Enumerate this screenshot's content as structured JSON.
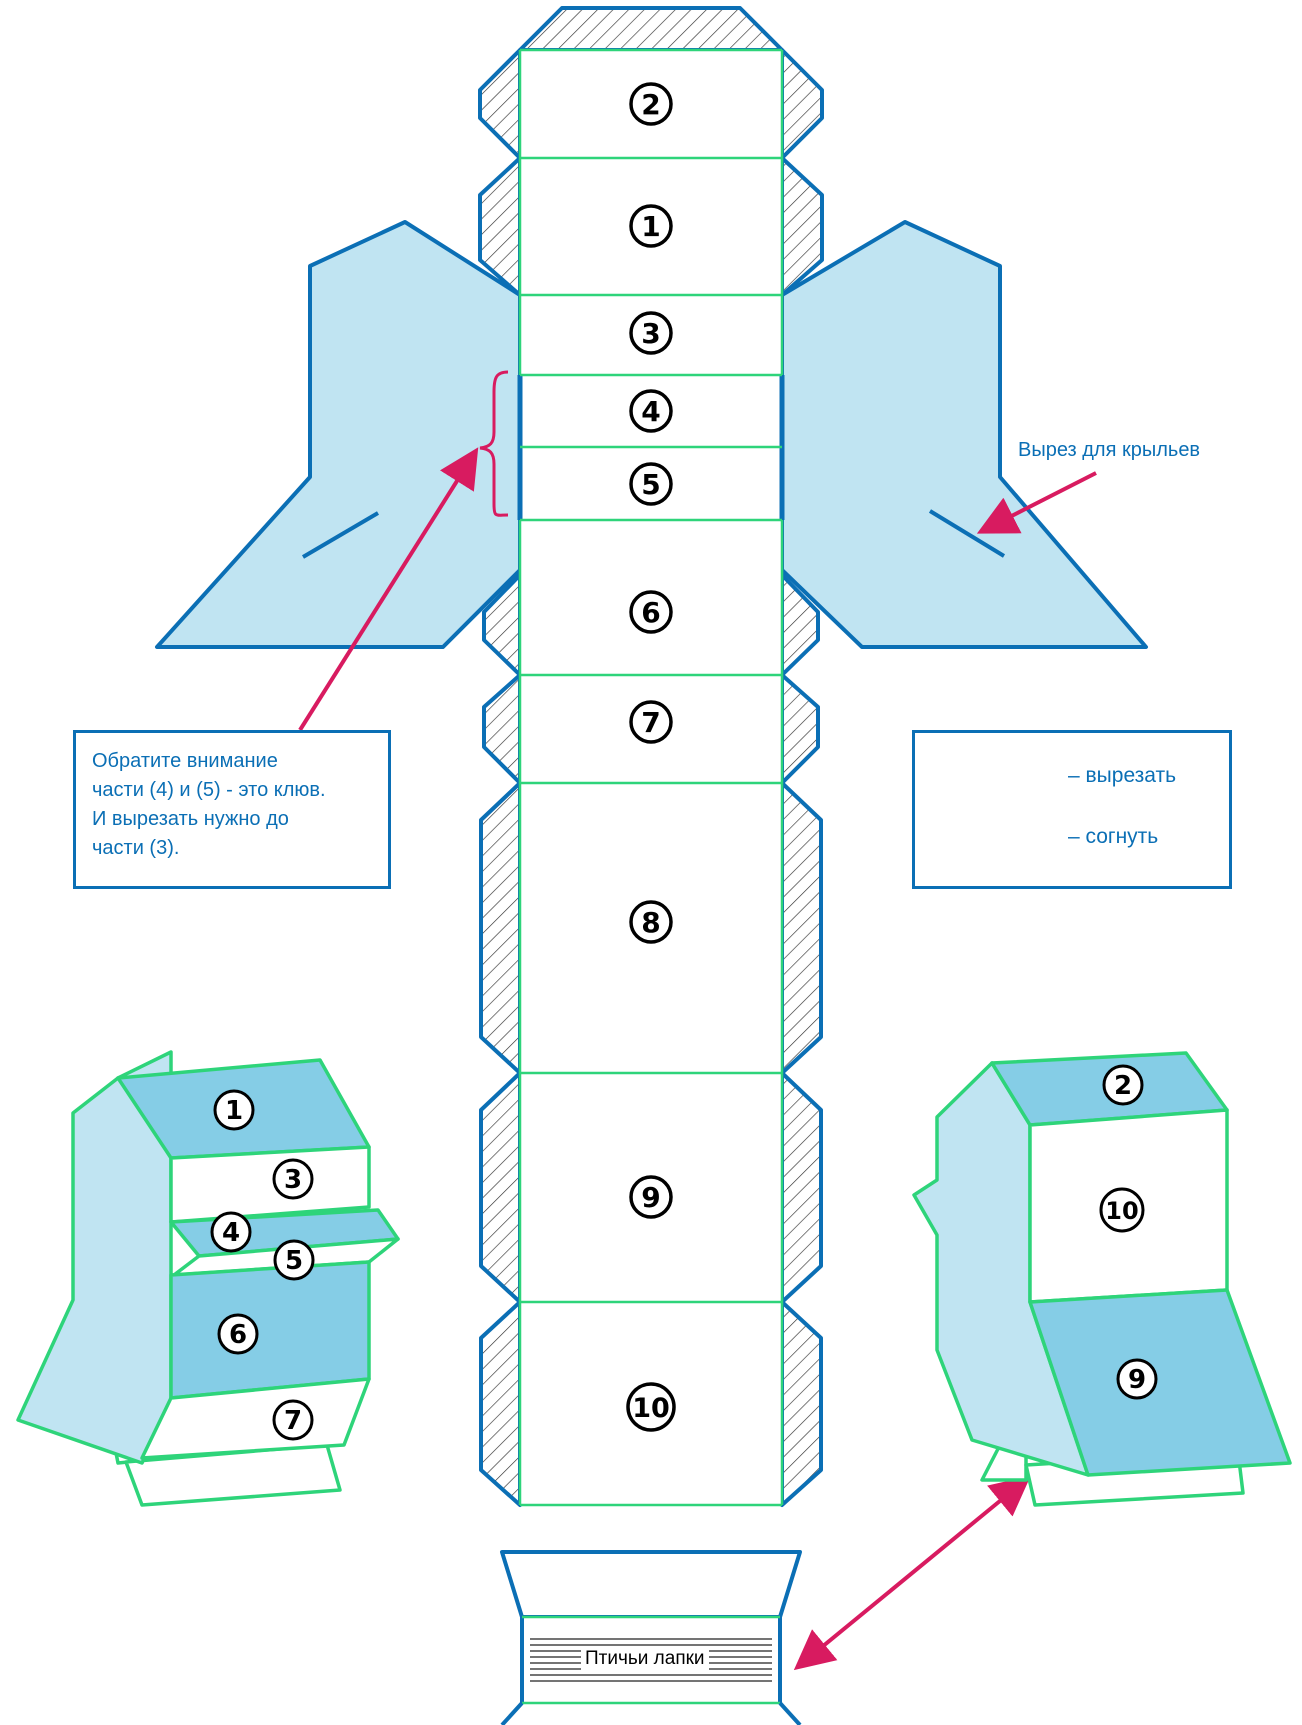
{
  "colors": {
    "cut_line": "#0b6fb5",
    "fold_line": "#2ed47a",
    "wing_fill": "#c0e4f2",
    "panel_fill": "#85cde6",
    "arrow": "#d81b60",
    "hatch": "#333333"
  },
  "net_panels": [
    "2",
    "1",
    "3",
    "4",
    "5",
    "6",
    "7",
    "8",
    "9",
    "10"
  ],
  "beak_note": {
    "lines": [
      "Обратите внимание",
      "части (4) и (5) - это клюв.",
      "И вырезать нужно до",
      "части (3)."
    ]
  },
  "wing_cut_label": "Вырез для крыльев",
  "legend": {
    "cut_label": "– вырезать",
    "fold_label": "– согнуть"
  },
  "front_view_labels": [
    "1",
    "3",
    "4",
    "5",
    "6",
    "7"
  ],
  "back_view_labels": [
    "2",
    "10",
    "9"
  ],
  "feet_label": "Птичьи лапки"
}
